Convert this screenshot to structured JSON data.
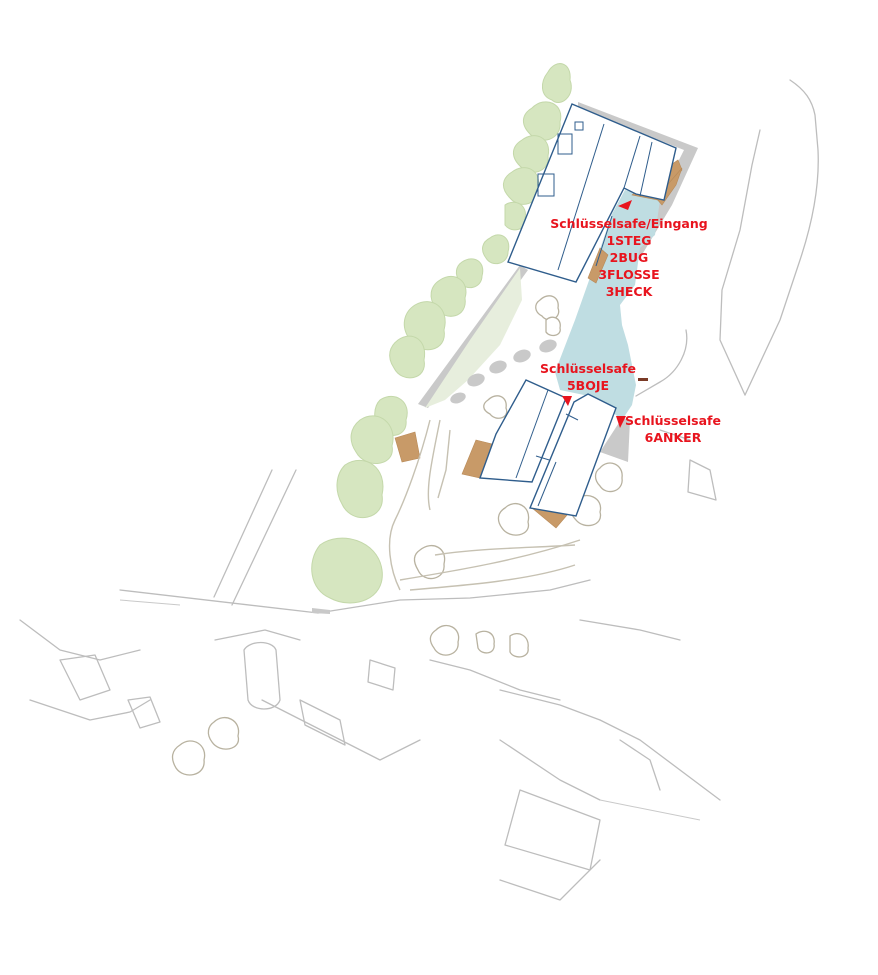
{
  "site_plan": {
    "labels": {
      "main": {
        "line1": "Schlüsselsafe/Eingang",
        "line2": "1STEG",
        "line3": "2BUG",
        "line4": "3FLOSSE",
        "line5": "3HECK"
      },
      "boje": {
        "line1": "Schlüsselsafe",
        "line2": "5BOJE"
      },
      "anker": {
        "line1": "Schlüsselsafe",
        "line2": "6ANKER"
      }
    },
    "colors": {
      "label_red": "#e8141e",
      "building_outline": "#2f5d8c",
      "water": "#bfdde2",
      "trees": "#d6e6c0",
      "wood_deck": "#c89a68",
      "paving": "#c9c9c9"
    },
    "icons": [
      "location-marker-icon"
    ]
  }
}
